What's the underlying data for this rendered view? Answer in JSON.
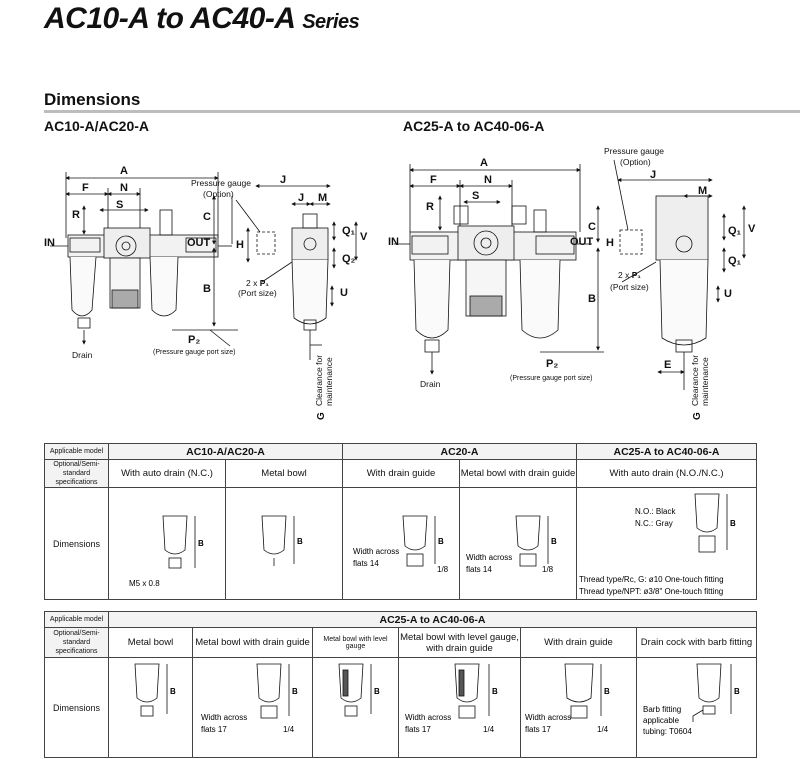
{
  "header": {
    "title_main": "AC10-A to AC40-A",
    "title_suffix": "Series"
  },
  "section": "Dimensions",
  "drawings": {
    "left_title": "AC10-A/AC20-A",
    "right_title": "AC25-A to AC40-06-A",
    "labels": {
      "A": "A",
      "F": "F",
      "N": "N",
      "S": "S",
      "R": "R",
      "C": "C",
      "B": "B",
      "H": "H",
      "J": "J",
      "M": "M",
      "V": "V",
      "U": "U",
      "G": "G",
      "E": "E",
      "Q1": "Q₁",
      "Q2": "Q₂",
      "P1": "P₁",
      "P2": "P₂",
      "in": "IN",
      "out": "OUT",
      "drain": "Drain",
      "gauge": "Pressure gauge",
      "option": "(Option)",
      "port_prefix": "2 x",
      "port_size": "(Port size)",
      "gauge_port_size": "(Pressure gauge port size)",
      "clearance": "Clearance for",
      "maintenance": "maintenance"
    }
  },
  "table1": {
    "applicable_model": "Applicable model",
    "spec_label": "Optional/Semi-standard specifications",
    "groups": [
      "AC10-A/AC20-A",
      "AC20-A",
      "AC25-A to AC40-06-A"
    ],
    "columns": [
      "With auto drain (N.C.)",
      "Metal bowl",
      "With drain guide",
      "Metal bowl with drain guide",
      "With auto drain (N.O./N.C.)"
    ],
    "row_label": "Dimensions",
    "notes": {
      "m5": "M5 x 0.8",
      "flats": "Width across",
      "flats14": "flats 14",
      "size18": "1/8",
      "no_black": "N.O.: Black",
      "nc_gray": "N.C.: Gray",
      "thread_rc": "Thread type/Rc, G: ø10 One-touch fitting",
      "thread_npt": "Thread type/NPT: ø3/8\" One-touch fitting",
      "B": "B"
    }
  },
  "table2": {
    "applicable_model": "Applicable model",
    "spec_label": "Optional/Semi-standard specifications",
    "group": "AC25-A to AC40-06-A",
    "columns": [
      "Metal bowl",
      "Metal bowl with drain guide",
      "Metal bowl with level gauge",
      "Metal bowl with level gauge, with drain guide",
      "With drain guide",
      "Drain cock with barb fitting"
    ],
    "row_label": "Dimensions",
    "notes": {
      "flats": "Width across",
      "flats17": "flats 17",
      "size14": "1/4",
      "barb1": "Barb fitting",
      "barb2": "applicable",
      "barb3": "tubing: T0604",
      "B": "B"
    }
  }
}
